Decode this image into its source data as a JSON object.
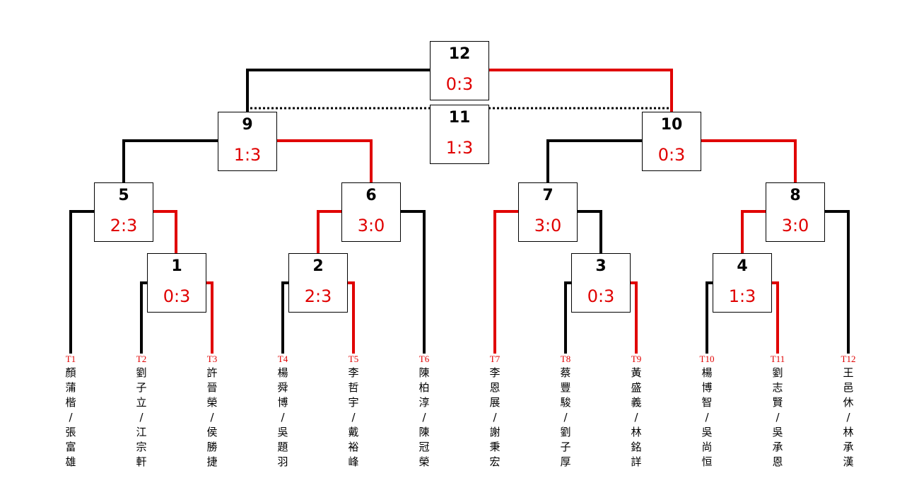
{
  "colors": {
    "winner_line": "#e00000",
    "loser_line": "#000000",
    "score_text": "#e00000",
    "team_code": "#e00000"
  },
  "matches": {
    "m1": {
      "id": "1",
      "score": "0:3"
    },
    "m2": {
      "id": "2",
      "score": "2:3"
    },
    "m3": {
      "id": "3",
      "score": "0:3"
    },
    "m4": {
      "id": "4",
      "score": "1:3"
    },
    "m5": {
      "id": "5",
      "score": "2:3"
    },
    "m6": {
      "id": "6",
      "score": "3:0"
    },
    "m7": {
      "id": "7",
      "score": "3:0"
    },
    "m8": {
      "id": "8",
      "score": "3:0"
    },
    "m9": {
      "id": "9",
      "score": "1:3"
    },
    "m10": {
      "id": "10",
      "score": "0:3"
    },
    "m11": {
      "id": "11",
      "score": "1:3"
    },
    "m12": {
      "id": "12",
      "score": "0:3"
    }
  },
  "teams": [
    {
      "code": "T1",
      "name": "顏蒲楷/張富雄"
    },
    {
      "code": "T2",
      "name": "劉子立/江宗軒"
    },
    {
      "code": "T3",
      "name": "許晉榮/侯勝捷"
    },
    {
      "code": "T4",
      "name": "楊舜博/吳題羽"
    },
    {
      "code": "T5",
      "name": "李哲宇/戴裕峰"
    },
    {
      "code": "T6",
      "name": "陳柏淳/陳冠榮"
    },
    {
      "code": "T7",
      "name": "李恩展/謝秉宏"
    },
    {
      "code": "T8",
      "name": "蔡豐駿/劉子厚"
    },
    {
      "code": "T9",
      "name": "黃盛義/林銘詳"
    },
    {
      "code": "T10",
      "name": "楊博智/吳尚恒"
    },
    {
      "code": "T11",
      "name": "劉志賢/吳承恩"
    },
    {
      "code": "T12",
      "name": "王邑休/林承漢"
    }
  ]
}
